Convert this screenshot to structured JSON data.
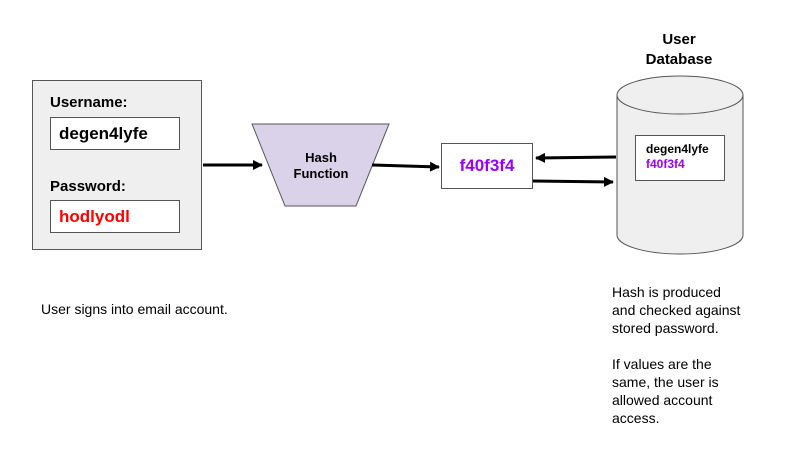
{
  "login_form": {
    "username_label": "Username:",
    "username_value": "degen4lyfe",
    "password_label": "Password:",
    "password_value": "hodlyodl"
  },
  "hash_function": {
    "line1": "Hash",
    "line2": "Function"
  },
  "hash_output": {
    "value": "f40f3f4"
  },
  "database": {
    "title_line1": "User",
    "title_line2": "Database",
    "record_username": "degen4lyfe",
    "record_hash": "f40f3f4"
  },
  "captions": {
    "left": "User signs into email account.",
    "right_para1": [
      "Hash is produced",
      "and checked against",
      "stored password."
    ],
    "right_para2": [
      "If values are the",
      "same, the user is",
      "allowed account",
      "access."
    ]
  },
  "colors": {
    "password": "#ff0000",
    "hash": "#9900ff",
    "hash_fn_fill": "#d9d2e9",
    "panel_fill": "#efefef"
  }
}
